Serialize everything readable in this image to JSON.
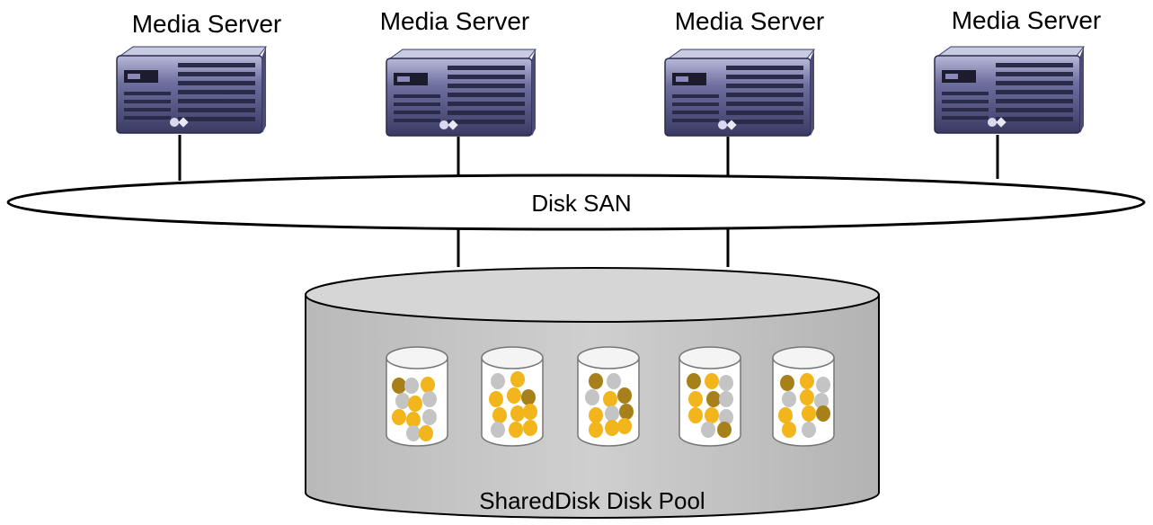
{
  "diagram": {
    "servers": [
      {
        "label": "Media Server"
      },
      {
        "label": "Media Server"
      },
      {
        "label": "Media Server"
      },
      {
        "label": "Media Server"
      }
    ],
    "san": {
      "label": "Disk SAN"
    },
    "pool": {
      "label": "SharedDisk Disk Pool",
      "disk_count": 5
    }
  },
  "colors": {
    "server_chassis": "#5a5a8c",
    "server_highlight": "#9a9ac8",
    "pool_fill": "#c6c6c6",
    "pool_top": "#d8d8d8",
    "dot_yellow": "#f2b51c",
    "dot_gold": "#a8801a",
    "dot_grey": "#c4c4c4",
    "line": "#000000"
  }
}
